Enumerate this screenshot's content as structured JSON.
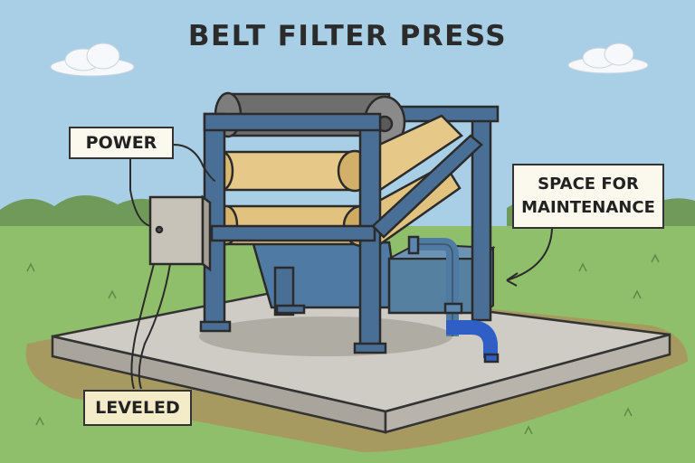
{
  "title": "BELT FILTER PRESS",
  "labels": {
    "power": "POWER",
    "space_line1": "SPACE FOR",
    "space_line2": "MAINTENANCE",
    "leveled": "LEVELED"
  },
  "colors": {
    "sky": "#a9cfe6",
    "grass": "#8fbf6a",
    "frame": "#4a6f96",
    "belt": "#e6c989",
    "slab": "#c9c6bf"
  }
}
